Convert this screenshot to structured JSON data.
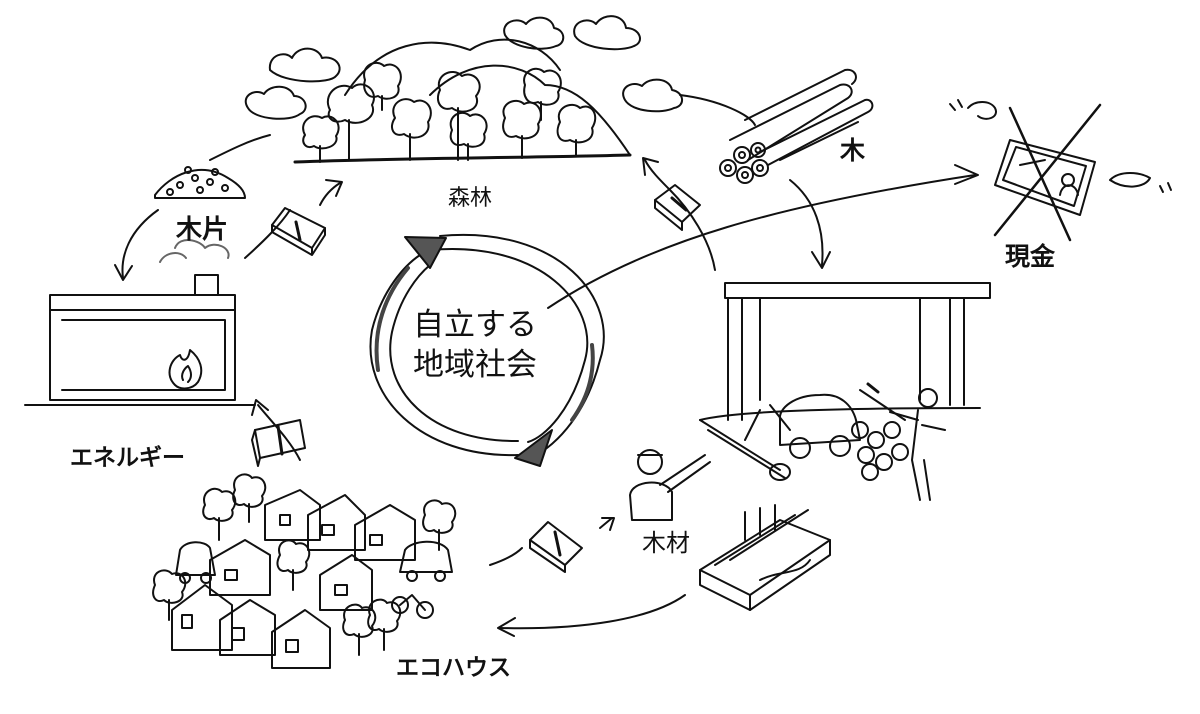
{
  "center": {
    "line1": "自立する",
    "line2": "地域社会"
  },
  "nodes": {
    "forest": "森林",
    "wood": "木",
    "cash": "現金",
    "lumber": "木材",
    "ecohouse": "エコハウス",
    "energy": "エネルギー",
    "woodchips": "木片"
  }
}
